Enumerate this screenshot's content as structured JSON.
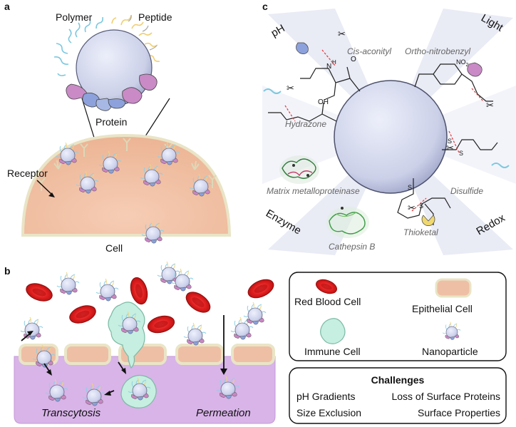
{
  "panel_a": {
    "letter": "a",
    "polymer": "Polymer",
    "peptide": "Peptide",
    "protein": "Protein",
    "receptor": "Receptor",
    "cell": "Cell"
  },
  "panel_b": {
    "letter": "b",
    "transcytosis": "Transcytosis",
    "permeation": "Permeation",
    "legend": {
      "red_blood_cell": "Red Blood Cell",
      "epithelial_cell": "Epithelial Cell",
      "immune_cell": "Immune Cell",
      "nanoparticle": "Nanoparticle"
    },
    "challenges": {
      "title": "Challenges",
      "ph_gradients": "pH Gradients",
      "loss_surface_proteins": "Loss of Surface Proteins",
      "size_exclusion": "Size Exclusion",
      "surface_properties": "Surface Properties"
    }
  },
  "panel_c": {
    "letter": "c",
    "ph": "pH",
    "light": "Light",
    "enzyme": "Enzyme",
    "redox": "Redox",
    "cis_aconityl": "Cis-aconityl",
    "ortho_nitrobenzyl": "Ortho-nitrobenzyl",
    "hydrazone": "Hydrazone",
    "disulfide": "Disulfide",
    "mmp": "Matrix metalloproteinase",
    "thioketal": "Thioketal",
    "cathepsin": "Cathepsin B",
    "no2": "NO",
    "no2_sub": "2",
    "oh": "OH",
    "o": "O",
    "n": "N",
    "h": "H",
    "s": "S"
  },
  "colors": {
    "cell": "#f1c1a6",
    "membrane": "#e8e5c8",
    "rbc": "#d61a1a",
    "immune": "#c8f0e3",
    "tissue": "#d4b0e6",
    "particle": "#cfd3ec",
    "protein_pink": "#c27fbf",
    "protein_blue": "#7f97d8"
  }
}
